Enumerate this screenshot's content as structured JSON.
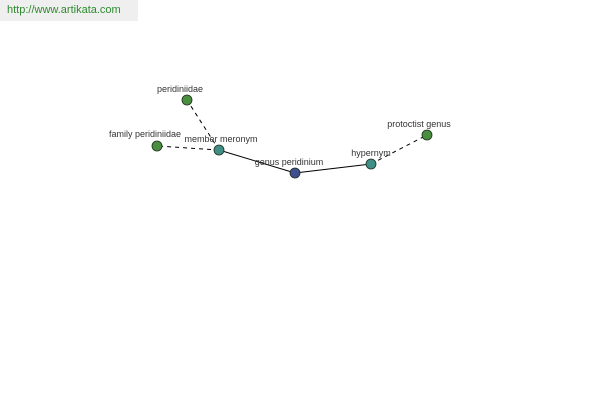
{
  "watermark": {
    "text": "http://www.artikata.com"
  },
  "colors": {
    "center_node": "#3f4f8f",
    "relation_node": "#3f8f86",
    "leaf_node": "#4a8f3f",
    "edge": "#000000",
    "watermark_text": "#2f8a2f",
    "watermark_bg": "#efefef"
  },
  "graph": {
    "nodes": [
      {
        "id": "genus-peridinium",
        "label": "genus peridinium",
        "kind": "center"
      },
      {
        "id": "member-meronym",
        "label": "member meronym",
        "kind": "relation"
      },
      {
        "id": "hypernym",
        "label": "hypernym",
        "kind": "relation"
      },
      {
        "id": "peridiniidae",
        "label": "peridiniidae",
        "kind": "leaf"
      },
      {
        "id": "family-peridiniidae",
        "label": "family peridiniidae",
        "kind": "leaf"
      },
      {
        "id": "protoctist-genus",
        "label": "protoctist genus",
        "kind": "leaf"
      }
    ],
    "edges": [
      {
        "from": "genus-peridinium",
        "to": "member-meronym",
        "style": "solid"
      },
      {
        "from": "genus-peridinium",
        "to": "hypernym",
        "style": "solid"
      },
      {
        "from": "member-meronym",
        "to": "peridiniidae",
        "style": "dashed"
      },
      {
        "from": "member-meronym",
        "to": "family-peridiniidae",
        "style": "dashed"
      },
      {
        "from": "hypernym",
        "to": "protoctist-genus",
        "style": "dashed"
      }
    ]
  }
}
